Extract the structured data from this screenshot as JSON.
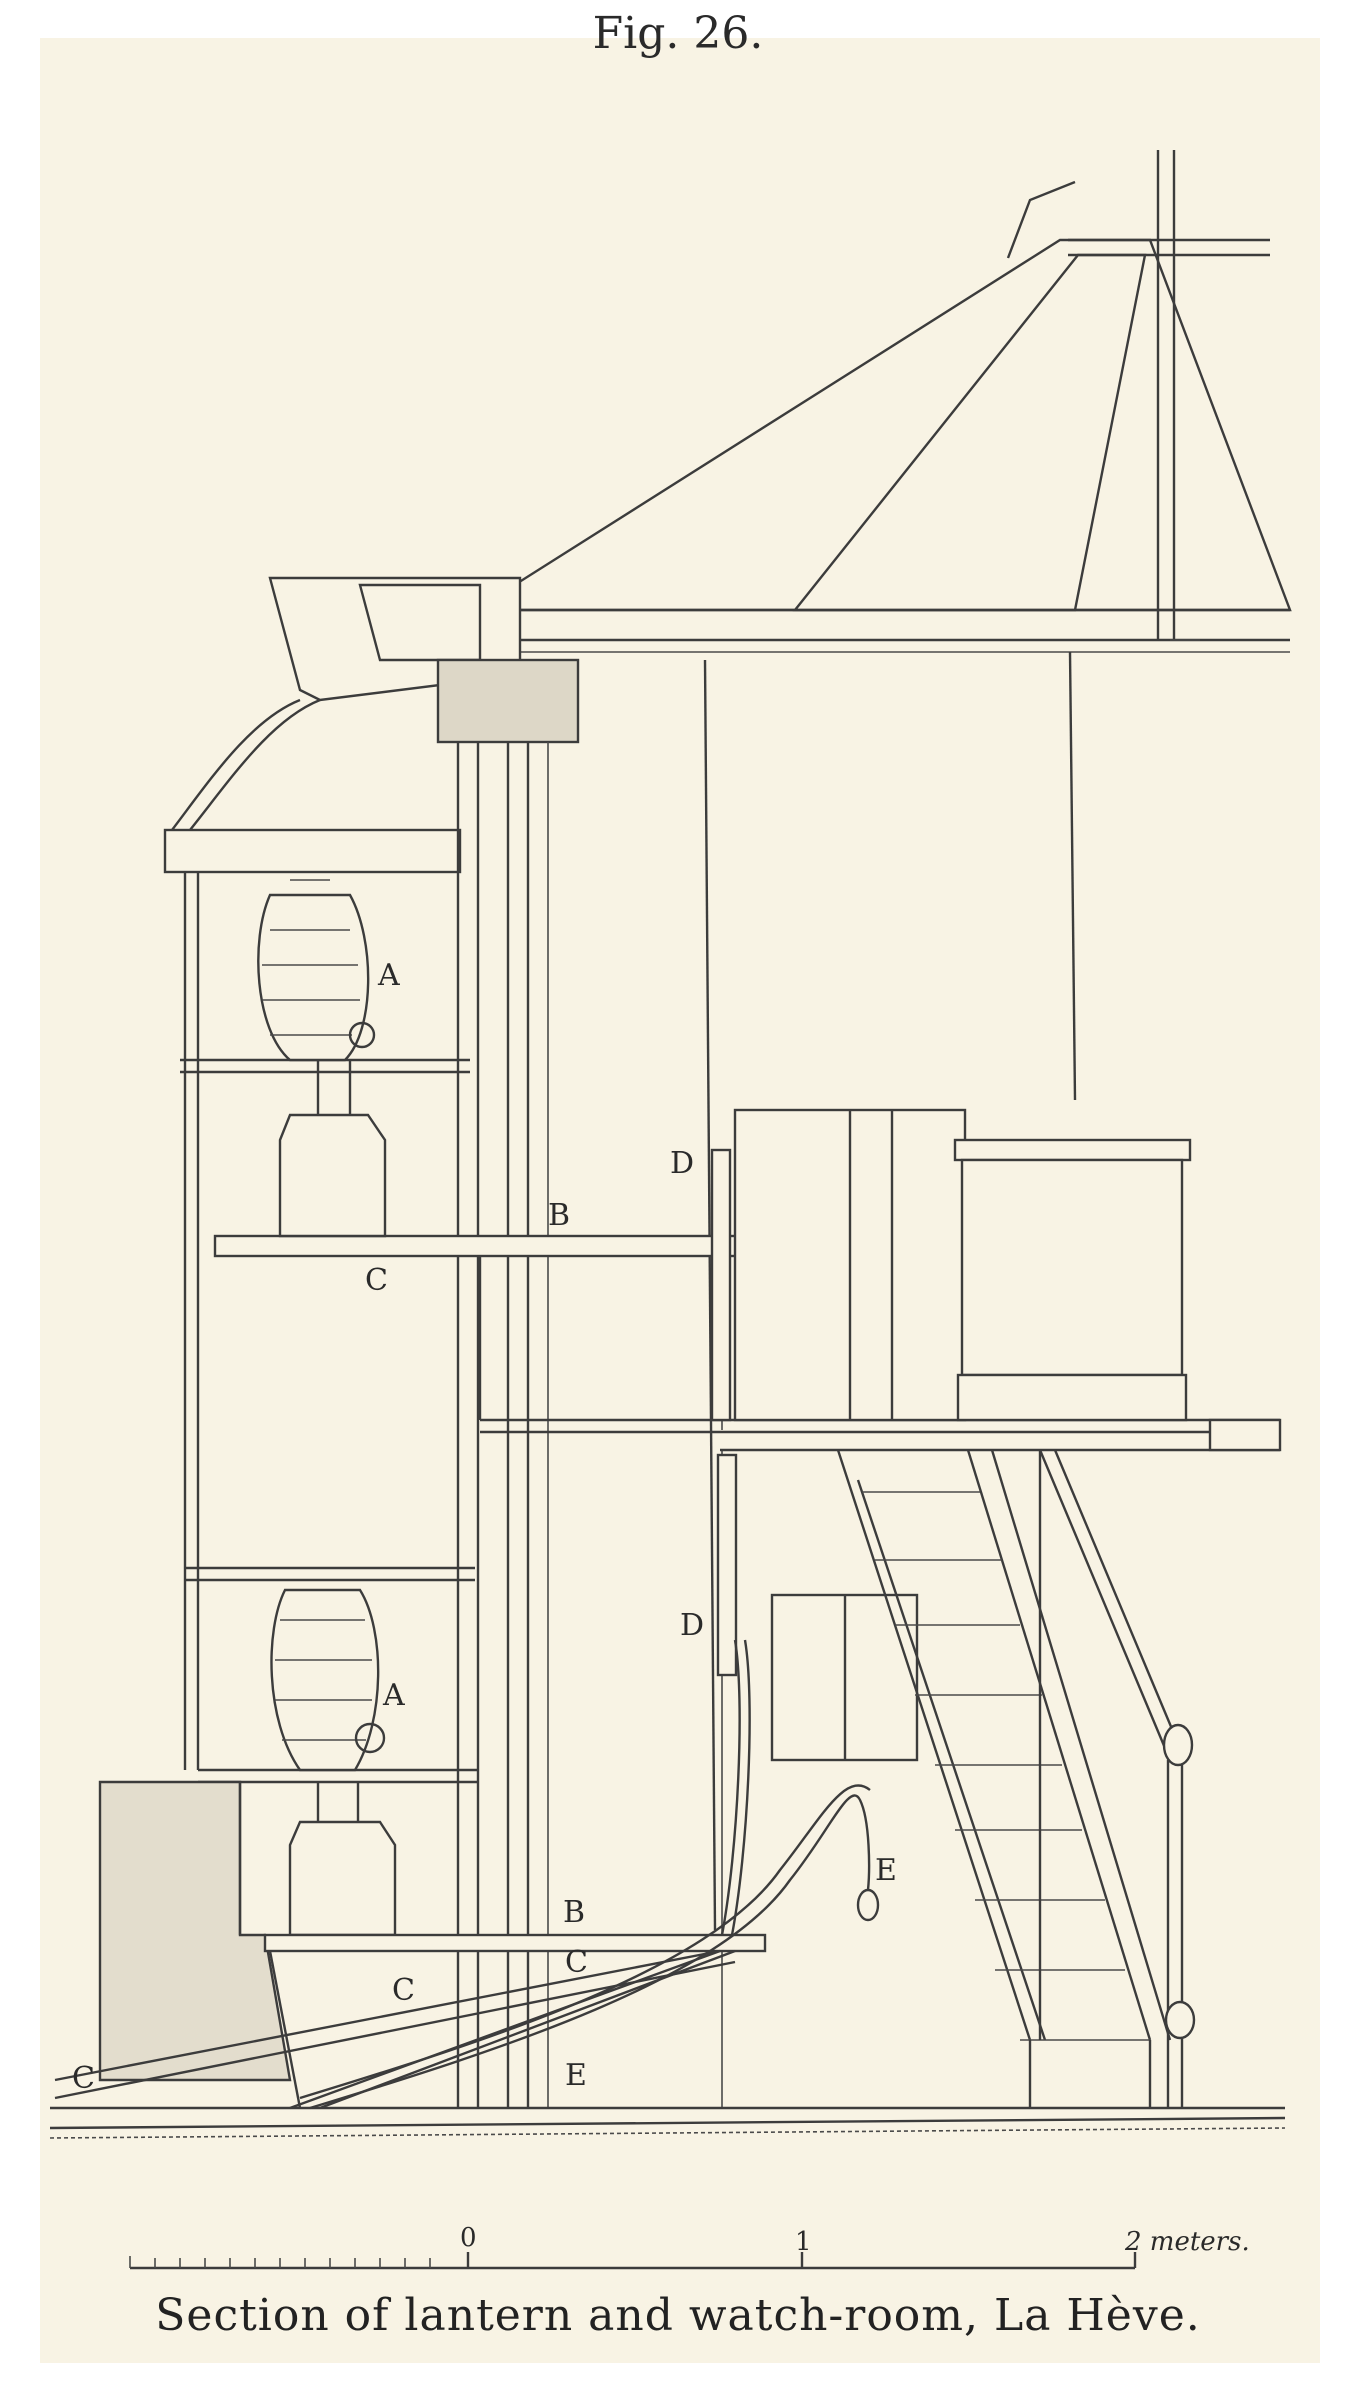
{
  "figure": {
    "title": "Fig. 26.",
    "caption": "Section of lantern and watch-room, La Hève."
  },
  "labels": {
    "a_upper": "A",
    "a_lower": "A",
    "b_upper": "B",
    "b_lower": "B",
    "c_upper": "C",
    "c_lower_mid": "C",
    "c_lower_right": "C",
    "c_lower_left": "C",
    "d_upper": "D",
    "d_lower": "D",
    "e_right": "E",
    "e_bottom": "E"
  },
  "scale": {
    "tick_0": "0",
    "tick_1": "1",
    "tick_2": "2 meters."
  },
  "colors": {
    "paper": "#f8f3e4",
    "ink": "#3c3c3c"
  }
}
